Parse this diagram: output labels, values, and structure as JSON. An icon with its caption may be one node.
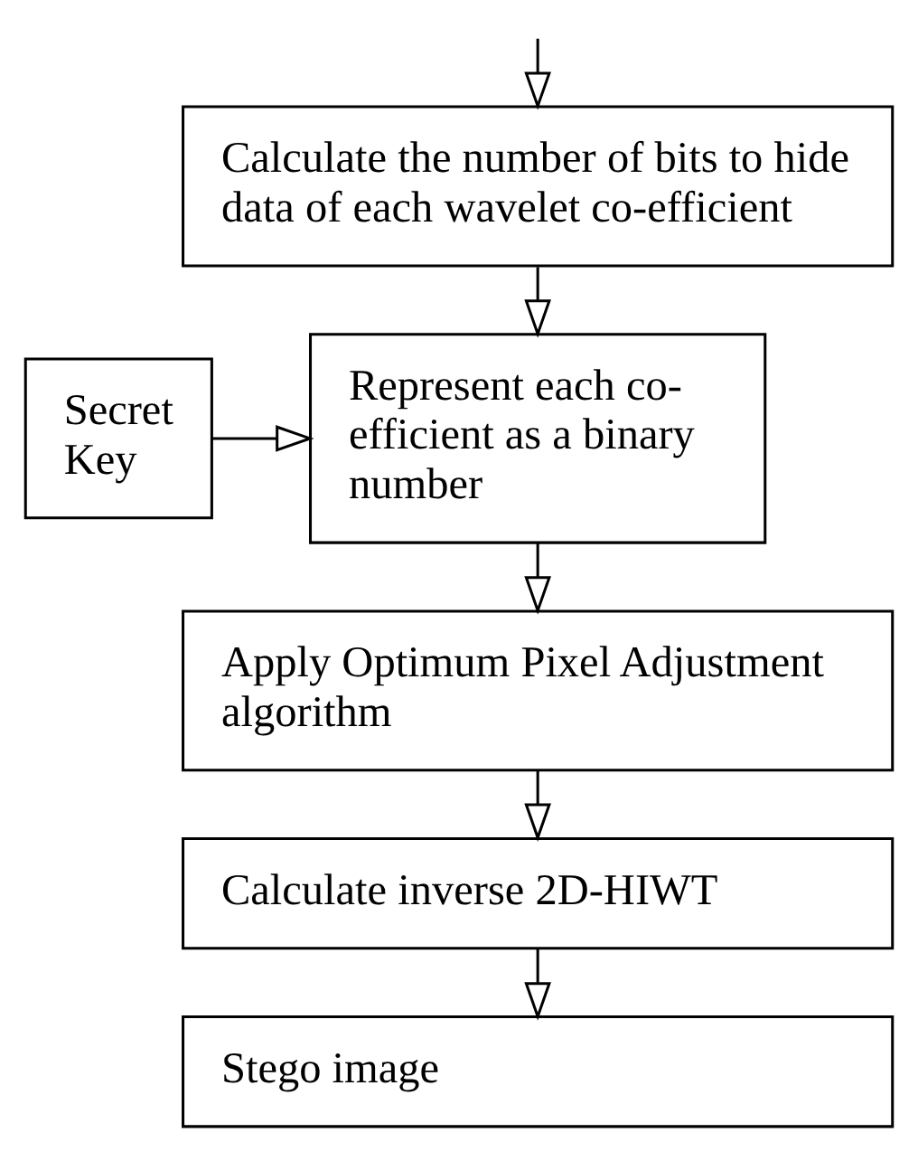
{
  "diagram": {
    "nodes": [
      {
        "text": [
          "Calculate the number of bits to hide data of each wavelet co-efficient"
        ]
      },
      {
        "text": [
          "Represent each co-efficient as a binary number"
        ]
      },
      {
        "text": [
          "Secret Key"
        ]
      },
      {
        "text": [
          "Apply Optimum Pixel Adjustment algorithm"
        ]
      },
      {
        "text": [
          "Calculate inverse 2D-HIWT"
        ]
      },
      {
        "text": [
          "Stego image"
        ]
      }
    ],
    "edges": [
      {
        "from": null,
        "to": 0,
        "arrow": "to"
      },
      {
        "from": 0,
        "to": 1,
        "arrow": "to"
      },
      {
        "from": 2,
        "to": 1,
        "arrow": "to"
      },
      {
        "from": 1,
        "to": 3,
        "arrow": "to"
      },
      {
        "from": 3,
        "to": 4,
        "arrow": "to"
      },
      {
        "from": 4,
        "to": 5,
        "arrow": "to"
      }
    ]
  }
}
